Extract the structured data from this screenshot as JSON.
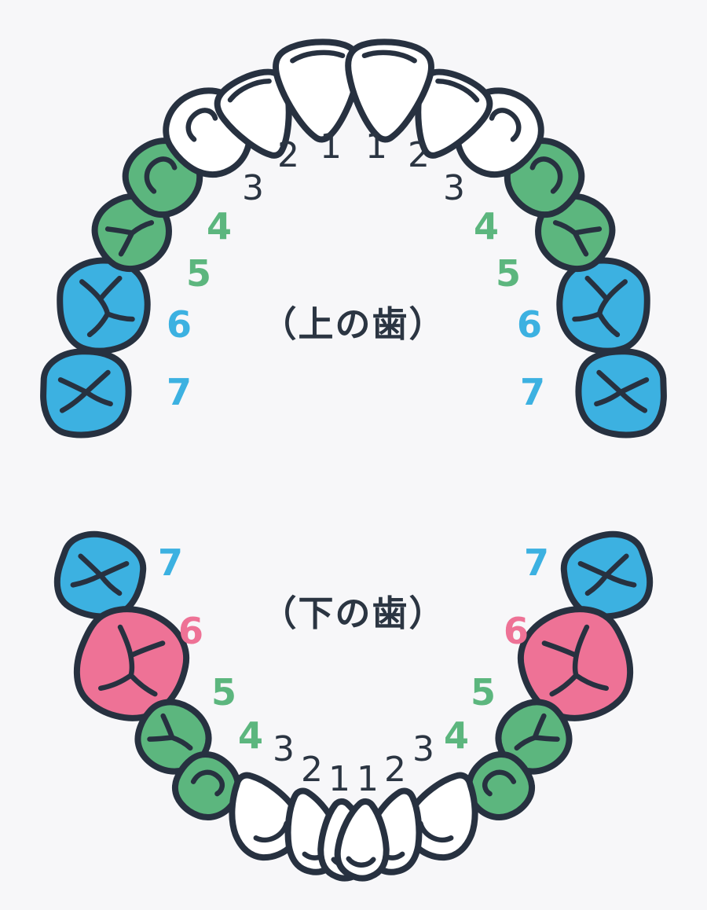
{
  "background": "#f7f7f9",
  "palette": {
    "outline": "#273140",
    "number_dark": "#2b3542",
    "white": "#ffffff",
    "green": "#5cb67e",
    "blue": "#3cb1e1",
    "pink": "#ee7296"
  },
  "upper": {
    "title": "（上の歯）",
    "numbers": {
      "1": "1",
      "2": "2",
      "3": "3",
      "4": "4",
      "5": "5",
      "6": "6",
      "7": "7"
    },
    "tooth_colors": {
      "1": "white",
      "2": "white",
      "3": "white",
      "4": "green",
      "5": "green",
      "6": "blue",
      "7": "blue"
    },
    "number_colors": {
      "1": "number_dark",
      "2": "number_dark",
      "3": "number_dark",
      "4": "green",
      "5": "green",
      "6": "blue",
      "7": "blue"
    }
  },
  "lower": {
    "title": "（下の歯）",
    "numbers": {
      "1": "1",
      "2": "2",
      "3": "3",
      "4": "4",
      "5": "5",
      "6": "6",
      "7": "7"
    },
    "tooth_colors": {
      "1": "white",
      "2": "white",
      "3": "white",
      "4": "green",
      "5": "green",
      "6": "pink",
      "7": "blue"
    },
    "number_colors": {
      "1": "number_dark",
      "2": "number_dark",
      "3": "number_dark",
      "4": "green",
      "5": "green",
      "6": "pink",
      "7": "blue"
    }
  }
}
